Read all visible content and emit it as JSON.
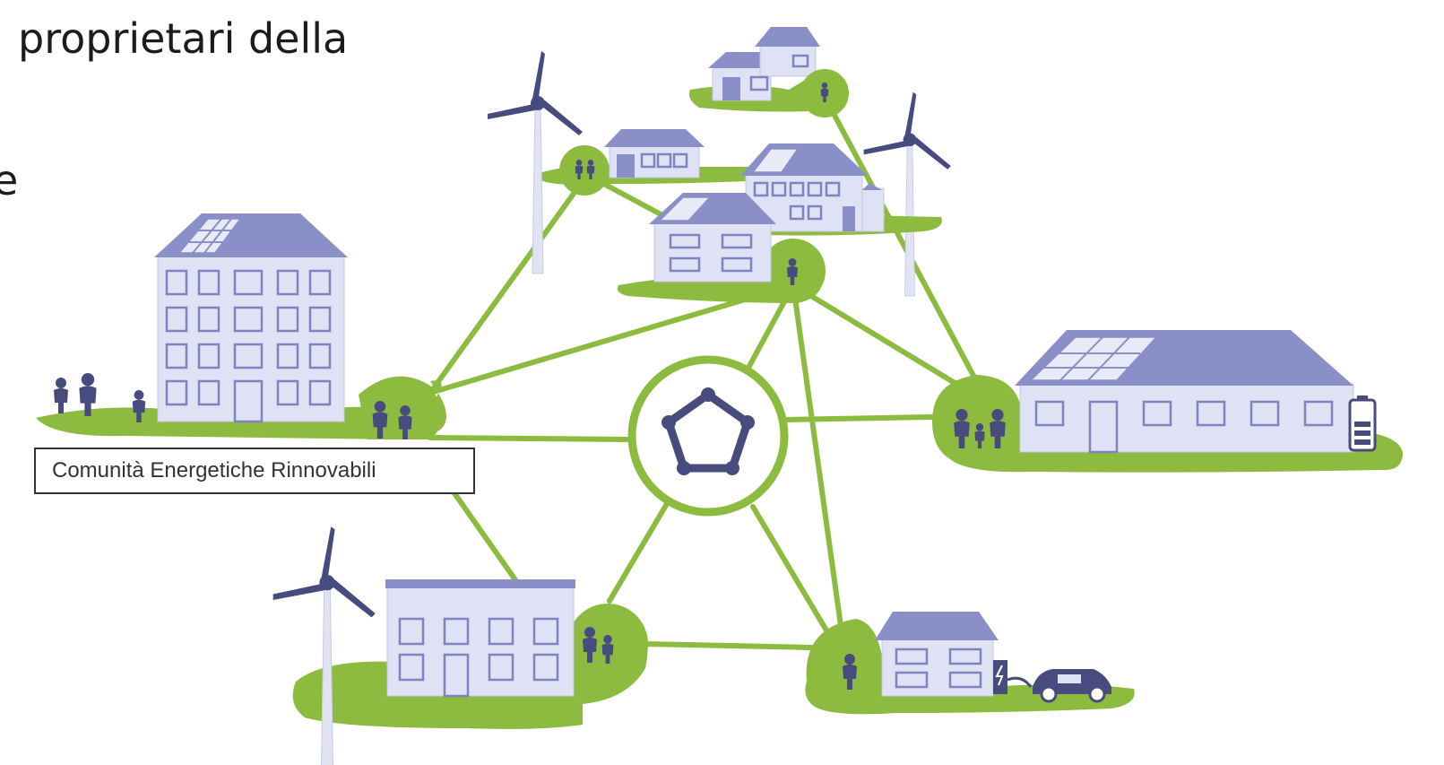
{
  "text": {
    "line1": "proprietari della",
    "line2": "e",
    "tooltip": "Comunità Energetiche Rinnovabili"
  },
  "colors": {
    "green": "#8dbb3f",
    "green_light": "#a9cf5c",
    "navy": "#474b7e",
    "purple": "#8a8fc8",
    "facade": "#dfe2f4",
    "window": "#7e84c0"
  },
  "icons": [
    "wind-turbine-icon",
    "people-icon",
    "community-icon",
    "solar-panel-icon",
    "battery-icon",
    "electric-car-icon",
    "charger-icon"
  ]
}
